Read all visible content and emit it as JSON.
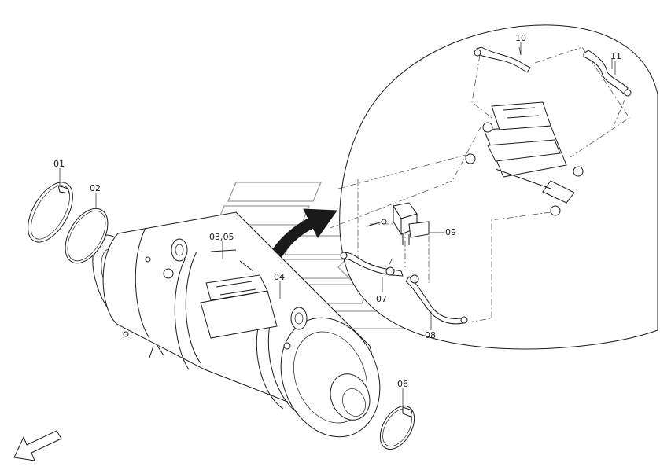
{
  "callouts": {
    "c01": "01",
    "c02": "02",
    "c0305": "03,05",
    "c04": "04",
    "c06": "06",
    "c07": "07",
    "c08": "08",
    "c09": "09",
    "c10": "10",
    "c11": "11"
  },
  "icons": {
    "direction_arrow": "front-direction-arrow-icon",
    "detail_arrow": "detail-view-arrow-icon"
  },
  "colors": {
    "line": "#1a1a1a",
    "watermark": "#9a9a9a",
    "background": "#ffffff"
  }
}
